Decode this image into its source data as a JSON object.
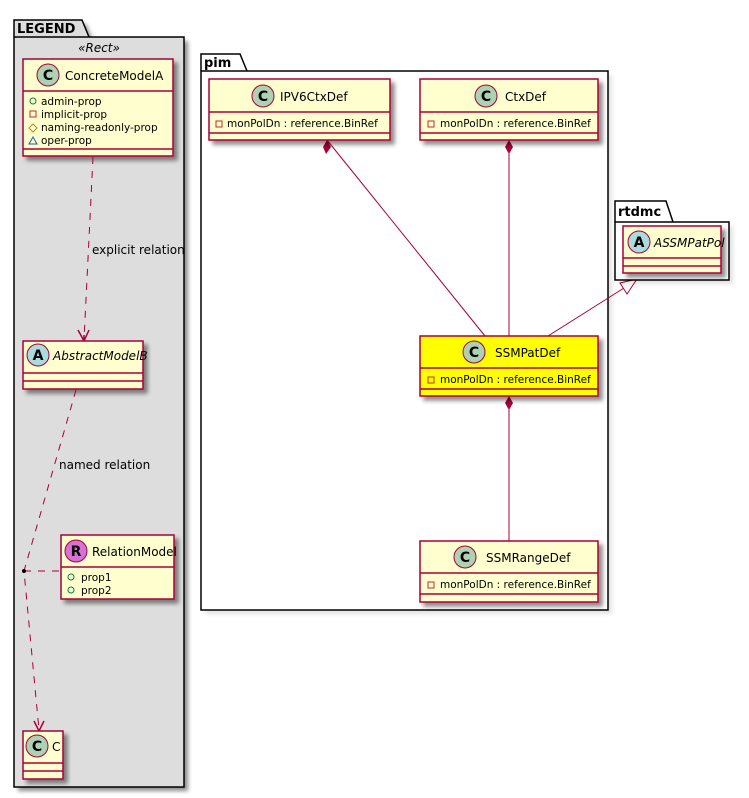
{
  "colors": {
    "class_fill": "#FEFECE",
    "class_border": "#A80036",
    "highlight_fill": "#FFFF00",
    "legend_fill": "#DDDDDD",
    "circle_class": "#ADD1B2",
    "circle_abstract": "#A9DCDF",
    "circle_relation": "#DA70D6",
    "edge": "#A80036"
  },
  "legend": {
    "title": "LEGEND",
    "stereotype": "«Rect»",
    "concrete": {
      "name": "ConcreteModelA",
      "badge": "C",
      "attributes": [
        {
          "visibility": "public-circle-icon",
          "text": "admin-prop"
        },
        {
          "visibility": "private-square-icon",
          "text": "implicit-prop"
        },
        {
          "visibility": "protected-diamond-icon",
          "text": "naming-readonly-prop"
        },
        {
          "visibility": "package-triangle-icon",
          "text": "oper-prop"
        }
      ]
    },
    "explicit_label": "explicit relation",
    "abstract": {
      "name": "AbstractModelB",
      "badge": "A"
    },
    "named_label": "named relation",
    "relation": {
      "name": "RelationModel",
      "badge": "R",
      "attributes": [
        {
          "visibility": "public-circle-icon",
          "text": "prop1"
        },
        {
          "visibility": "public-circle-icon",
          "text": "prop2"
        }
      ]
    },
    "target": {
      "name": "C",
      "badge": "C"
    }
  },
  "pim": {
    "title": "pim",
    "classes": {
      "ipv6": {
        "name": "IPV6CtxDef",
        "badge": "C",
        "attr": "monPolDn : reference.BinRef"
      },
      "ctx": {
        "name": "CtxDef",
        "badge": "C",
        "attr": "monPolDn : reference.BinRef"
      },
      "ssmpat": {
        "name": "SSMPatDef",
        "badge": "C",
        "attr": "monPolDn : reference.BinRef"
      },
      "ssmrange": {
        "name": "SSMRangeDef",
        "badge": "C",
        "attr": "monPolDn : reference.BinRef"
      }
    }
  },
  "rtdmc": {
    "title": "rtdmc",
    "classes": {
      "assmpatpol": {
        "name": "ASSMPatPol",
        "badge": "A"
      }
    }
  },
  "relations": [
    {
      "from": "IPV6CtxDef",
      "to": "SSMPatDef",
      "type": "composition"
    },
    {
      "from": "CtxDef",
      "to": "SSMPatDef",
      "type": "composition"
    },
    {
      "from": "SSMPatDef",
      "to": "SSMRangeDef",
      "type": "composition"
    },
    {
      "from": "SSMPatDef",
      "to": "ASSMPatPol",
      "type": "generalization"
    },
    {
      "from": "ConcreteModelA",
      "to": "AbstractModelB",
      "type": "dependency",
      "label": "explicit relation"
    },
    {
      "from": "AbstractModelB",
      "to": "C",
      "type": "dependency",
      "label": "named relation",
      "via": "RelationModel"
    }
  ]
}
